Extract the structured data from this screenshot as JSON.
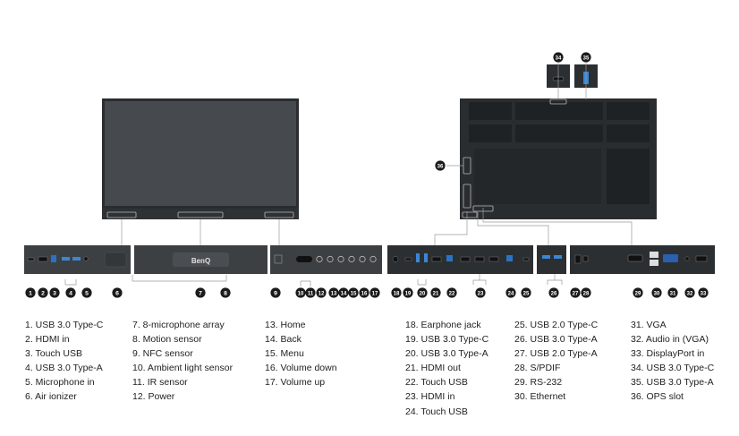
{
  "brand_logo": "BenQ",
  "colors": {
    "background": "#ffffff",
    "screen": "#464a4e",
    "bezel": "#2a2d30",
    "panel": "#3d4043",
    "callout": "#1b1b1b",
    "port_blue": "#3b86d4",
    "leader": "#9a9a9a",
    "text": "#222222"
  },
  "callouts_bottom": [
    "1",
    "2",
    "3",
    "4",
    "5",
    "6",
    "7",
    "8",
    "9",
    "10",
    "11",
    "12",
    "13",
    "14",
    "15",
    "16",
    "17",
    "18",
    "19",
    "20",
    "21",
    "22",
    "23",
    "24",
    "25",
    "26",
    "27",
    "28",
    "29",
    "30",
    "31",
    "32",
    "33"
  ],
  "callouts_top": [
    "34",
    "35",
    "36"
  ],
  "legend": [
    [
      "1. USB 3.0 Type-C",
      "2. HDMI in",
      "3. Touch USB",
      "4. USB 3.0 Type-A",
      "5. Microphone in",
      "6. Air ionizer"
    ],
    [
      "7. 8-microphone array",
      "8. Motion sensor",
      "9. NFC sensor",
      "10. Ambient light sensor",
      "11. IR sensor",
      "12. Power"
    ],
    [
      "13. Home",
      "14. Back",
      "15. Menu",
      "16. Volume down",
      "17. Volume up"
    ],
    [
      "18. Earphone jack",
      "19. USB 3.0 Type-C",
      "20. USB 3.0 Type-A",
      "21. HDMI out",
      "22. Touch USB",
      "23. HDMI in",
      "24. Touch USB"
    ],
    [
      "25. USB 2.0 Type-C",
      "26. USB 3.0 Type-A",
      "27. USB 2.0 Type-A",
      "28. S/PDIF",
      "29. RS-232",
      "30. Ethernet"
    ],
    [
      "31. VGA",
      "32. Audio in (VGA)",
      "33. DisplayPort in",
      "34. USB 3.0 Type-C",
      "35. USB 3.0 Type-A",
      "36. OPS slot"
    ]
  ]
}
